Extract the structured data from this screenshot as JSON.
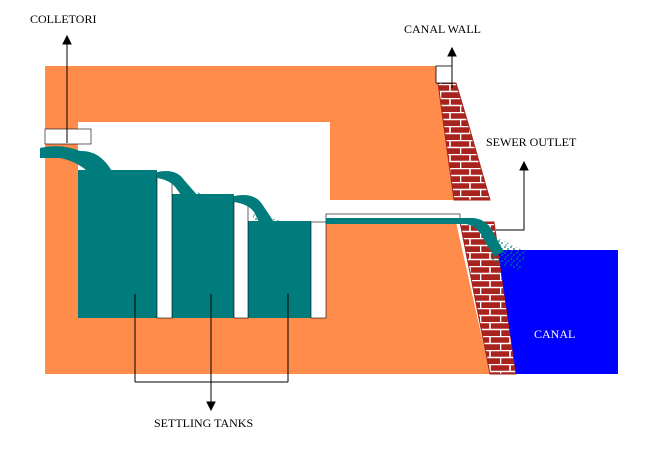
{
  "labels": {
    "colletori": "COLLETORI",
    "canal_wall": "CANAL WALL",
    "sewer_outlet": "SEWER OUTLET",
    "canal": "CANAL",
    "settling_tanks": "SETTLING TANKS"
  },
  "colors": {
    "ground": "#FF8C4A",
    "water": "#007C7C",
    "canal": "#0000FF",
    "brick": "#A8231E",
    "mortar": "#FFFFFF",
    "line": "#000000"
  }
}
